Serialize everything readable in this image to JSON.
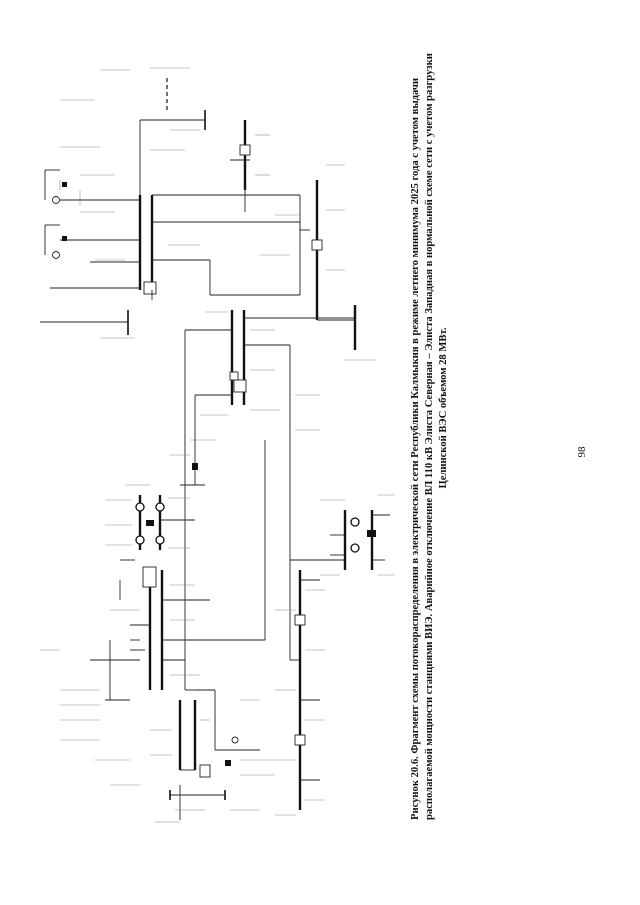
{
  "page_number": "98",
  "caption": {
    "lines": [
      "Рисунок 20.6. Фрагмент схемы потокораспределения в электрической сети Республики Калмыкия в режиме летнего минимума 2025 года с учетом выдачи",
      "располагаемой мощности станциями ВИЭ. Аварийное отключение ВЛ 110 кВ Элиста Северная – Элиста Западная в нормальной схеме сети с учетом разгрузки",
      "Целинской ВЭС объемом 28 МВт."
    ]
  },
  "colors": {
    "ink": "#111111",
    "label_gray": "#8a8a8a"
  }
}
